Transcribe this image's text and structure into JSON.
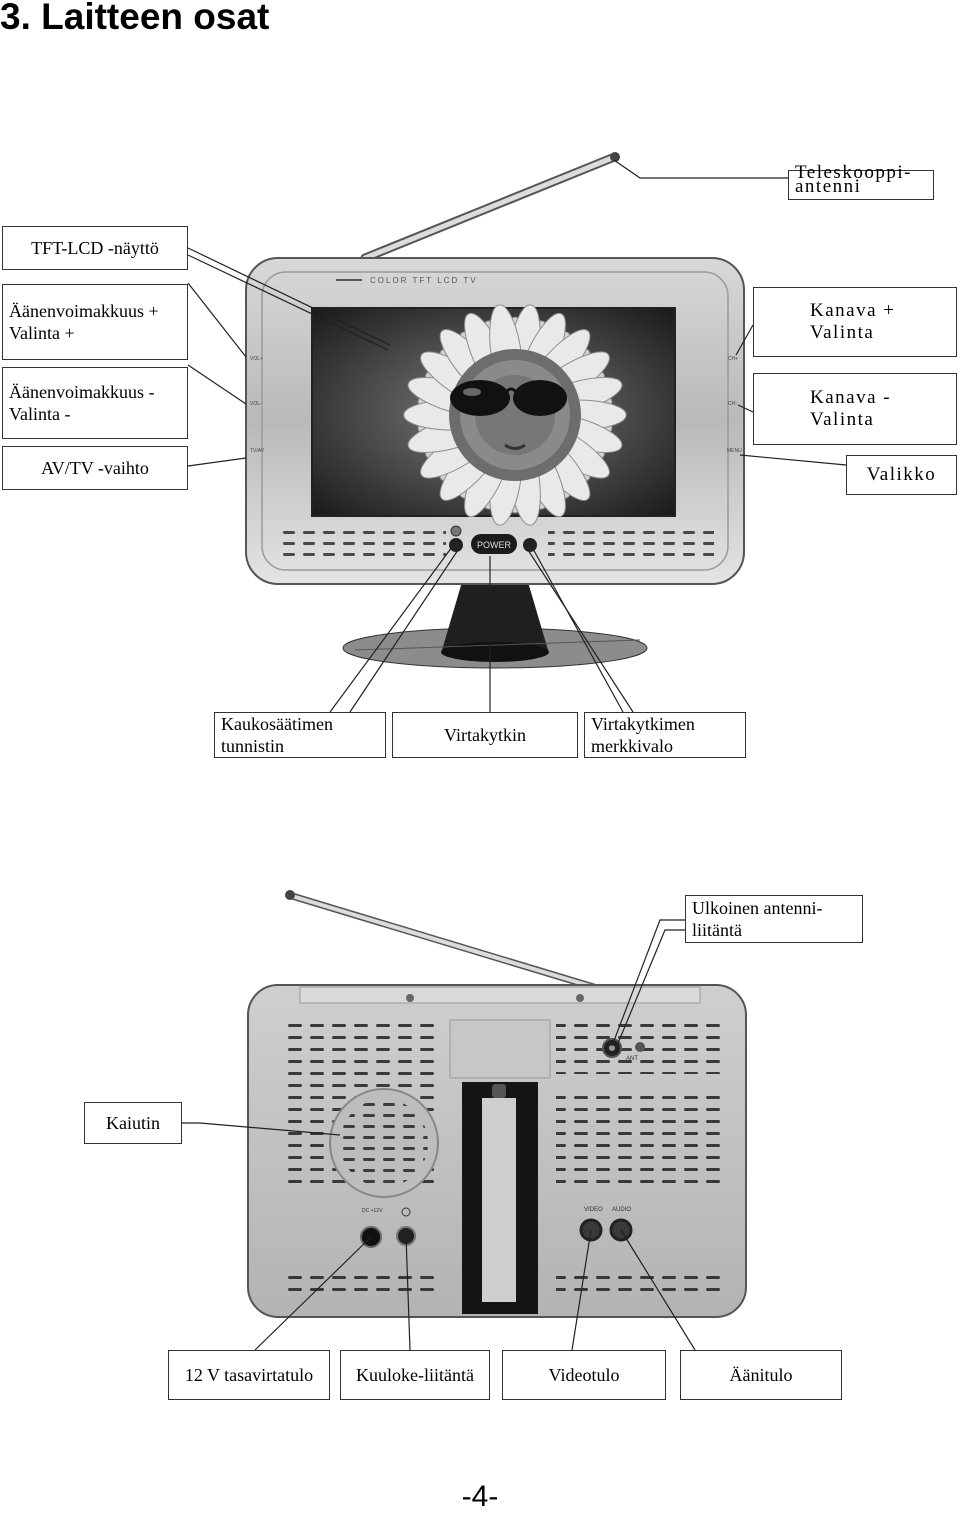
{
  "heading": "3. Laitteen osat",
  "front_labels": {
    "telescope_antenna": [
      "Teleskooppi-",
      "antenni"
    ],
    "tft_lcd": "TFT-LCD -näyttö",
    "volume_up": [
      "Äänenvoimakkuus +",
      "Valinta +"
    ],
    "volume_down": [
      "Äänenvoimakkuus -",
      "Valinta -"
    ],
    "av_tv": "AV/TV -vaihto",
    "channel_up": [
      "Kanava +",
      "Valinta"
    ],
    "channel_down": [
      "Kanava -",
      "Valinta"
    ],
    "menu": "Valikko",
    "remote_sensor": [
      "Kaukosäätimen",
      "tunnistin"
    ],
    "power_switch": "Virtakytkin",
    "power_indicator": [
      "Virtakytkimen",
      "merkkivalo"
    ]
  },
  "device_front": {
    "brand_text": "COLOR TFT LCD TV",
    "power_label": "POWER",
    "side_left": [
      "VOL+",
      "VOL-",
      "TV/AV"
    ],
    "side_right": [
      "CH+",
      "CH-",
      "MENU"
    ]
  },
  "back_labels": {
    "external_antenna": [
      "Ulkoinen antenni-",
      "liitäntä"
    ],
    "speaker": "Kaiutin",
    "dc_input": "12 V tasavirtatulo",
    "headphone": "Kuuloke-liitäntä",
    "video_in": "Videotulo",
    "audio_in": "Äänitulo"
  },
  "device_back": {
    "ant_label": "ANT",
    "dc_label": "DC +12V",
    "video_label": "VIDEO",
    "audio_label": "AUDIO"
  },
  "page_number": "-4-"
}
